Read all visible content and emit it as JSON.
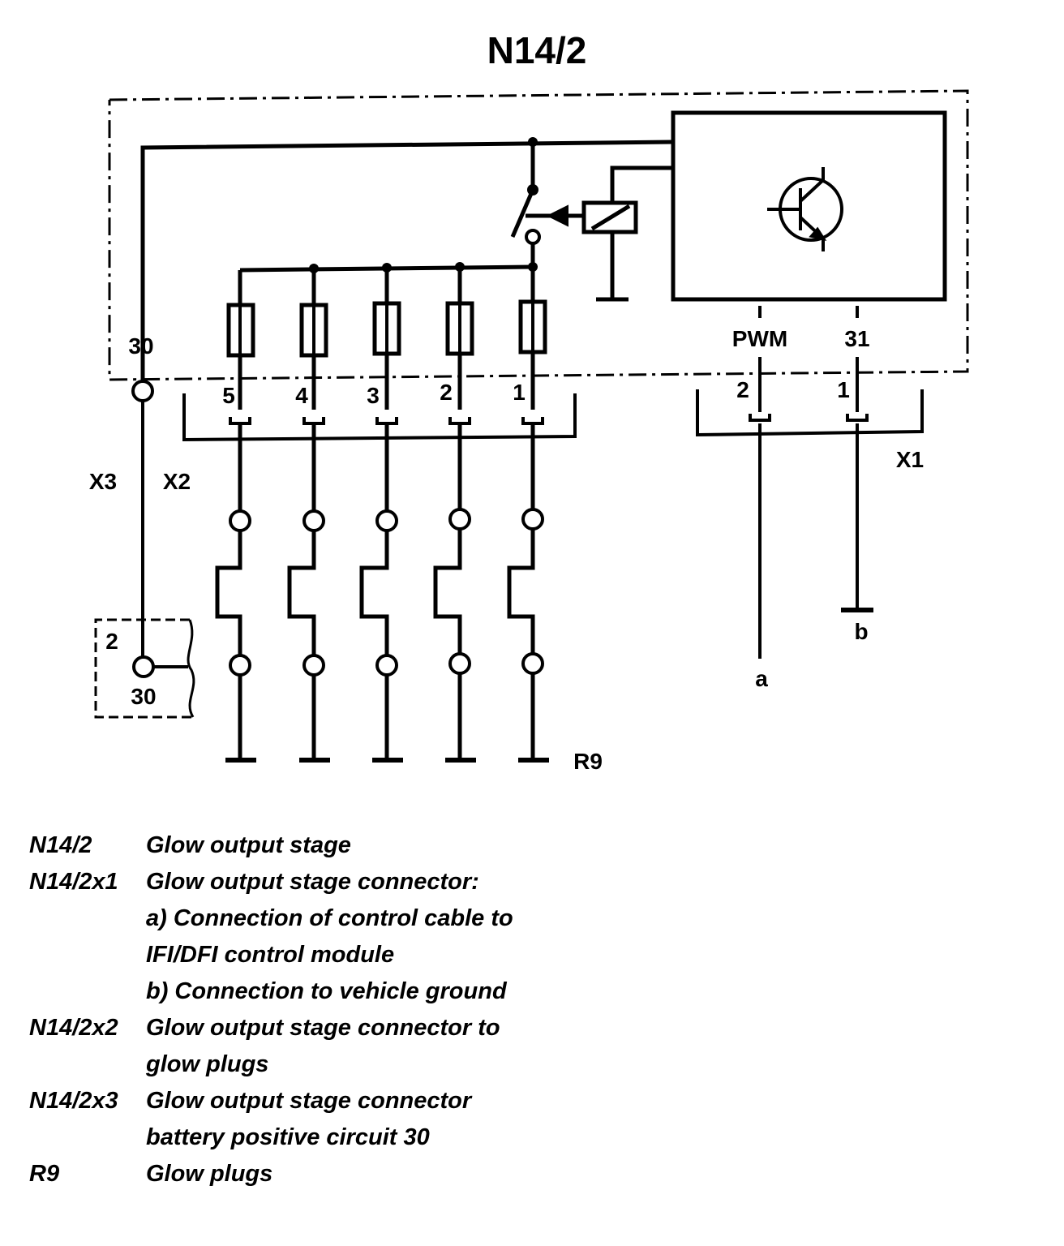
{
  "title": "N14/2",
  "labels": {
    "terminal_30": "30",
    "pwm": "PWM",
    "terminal_31": "31",
    "x1": "X1",
    "x2": "X2",
    "x3": "X3",
    "r9": "R9",
    "out_a": "a",
    "out_b": "b",
    "plug_numbers": [
      "5",
      "4",
      "3",
      "2",
      "1"
    ],
    "x1_pin_pwm": "2",
    "x1_pin_31": "1",
    "battery_pin": "2",
    "battery_terminal": "30"
  },
  "legend": [
    {
      "code": "N14/2",
      "lines": [
        "Glow output stage"
      ]
    },
    {
      "code": "N14/2x1",
      "lines": [
        "Glow output stage connector:",
        "a) Connection of control cable to",
        "IFI/DFI control module",
        "b) Connection to vehicle ground"
      ]
    },
    {
      "code": "N14/2x2",
      "lines": [
        "Glow output stage connector to",
        "glow plugs"
      ]
    },
    {
      "code": "N14/2x3",
      "lines": [
        "Glow output stage connector",
        "battery positive circuit 30"
      ]
    },
    {
      "code": "R9",
      "lines": [
        "Glow plugs"
      ]
    }
  ]
}
